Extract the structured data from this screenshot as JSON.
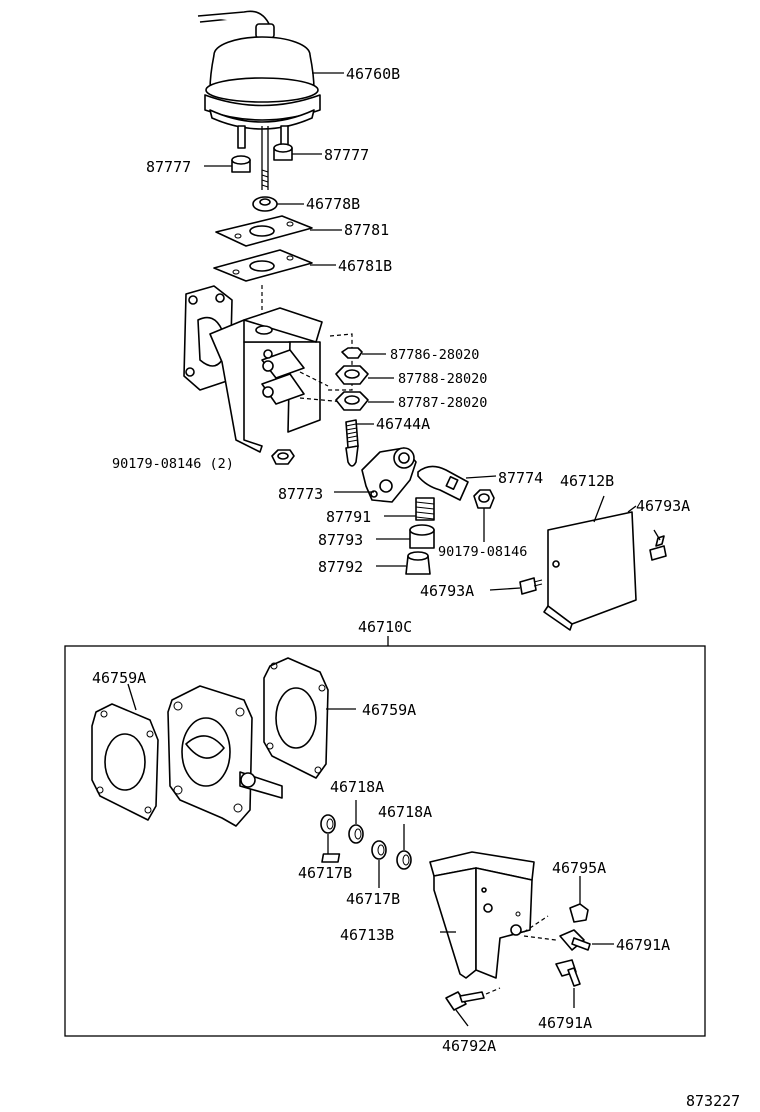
{
  "labels": {
    "p46760B": "46760B",
    "p87777_left": "87777",
    "p87777_right": "87777",
    "p46778B": "46778B",
    "p87781": "87781",
    "p46781B": "46781B",
    "p87786": "87786-28020",
    "p87788": "87788-28020",
    "p87787": "87787-28020",
    "p46744A": "46744A",
    "p90179_2": "90179-08146 (2)",
    "p87774": "87774",
    "p46712B": "46712B",
    "p87773": "87773",
    "p46793A_top": "46793A",
    "p87791": "87791",
    "p87793": "87793",
    "p90179": "90179-08146",
    "p87792": "87792",
    "p46793A_bottom": "46793A",
    "p46710C": "46710C",
    "p46759A_left": "46759A",
    "p46759A_right": "46759A",
    "p46718A_left": "46718A",
    "p46718A_right": "46718A",
    "p46717B_left": "46717B",
    "p46717B_right": "46717B",
    "p46795A": "46795A",
    "p46713B": "46713B",
    "p46791A_top": "46791A",
    "p46791A_bottom": "46791A",
    "p46792A": "46792A",
    "diagram_code": "873227"
  }
}
